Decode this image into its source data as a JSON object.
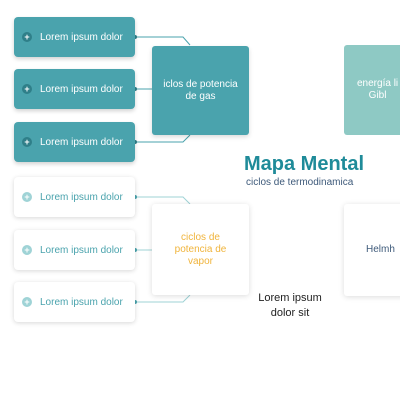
{
  "colors": {
    "teal": "#4aa3ad",
    "teal_dark": "#2f7f89",
    "mint": "#8ec9c4",
    "orange_text": "#f0b43c",
    "navy_text": "#3e5a7a",
    "title_teal": "#1f8b99"
  },
  "title": "Mapa Mental",
  "subtitle": "ciclos de termodinamica",
  "left_nodes": [
    {
      "label": "Lorem ipsum dolor",
      "icon": "plus-icon"
    },
    {
      "label": "Lorem ipsum dolor",
      "icon": "plus-icon"
    },
    {
      "label": "Lorem ipsum dolor",
      "icon": "plus-icon"
    },
    {
      "label": "Lorem ipsum dolor",
      "icon": "plus-icon"
    },
    {
      "label": "Lorem ipsum dolor",
      "icon": "plus-icon"
    },
    {
      "label": "Lorem ipsum dolor",
      "icon": "plus-icon"
    }
  ],
  "topics": {
    "gas": "iclos de potencia de gas",
    "vapor": "ciclos de potencia de vapor",
    "gibbs_line1": "energía li",
    "gibbs_line2": "Gibl",
    "helmholtz": "Helmh"
  },
  "note": "Lorem ipsum dolor sit"
}
